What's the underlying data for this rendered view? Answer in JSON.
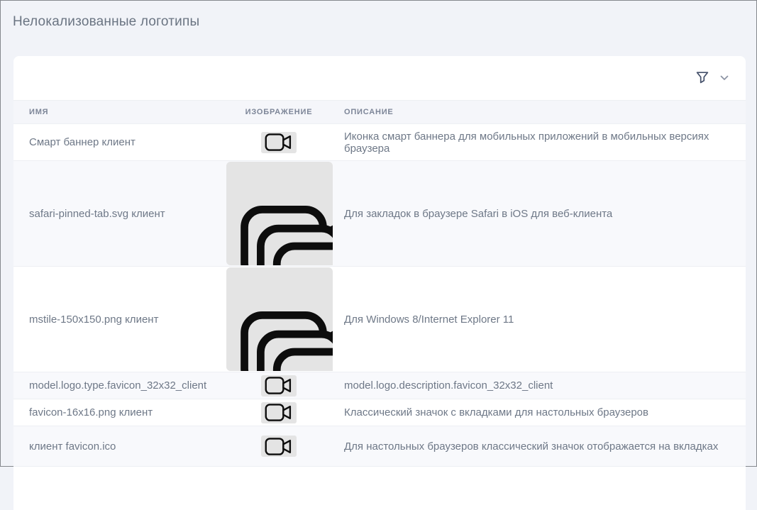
{
  "page": {
    "title": "Нелокализованные логотипы"
  },
  "toolbar": {
    "filter_icon": "funnel-icon",
    "expand_icon": "chevron-down-icon"
  },
  "table": {
    "columns": [
      {
        "key": "name",
        "label": "ИМЯ"
      },
      {
        "key": "image",
        "label": "ИЗОБРАЖЕНИЕ"
      },
      {
        "key": "description",
        "label": "ОПИСАНИЕ"
      }
    ],
    "rows": [
      {
        "name": "Смарт баннер клиент",
        "image": {
          "icon": "video-camera-icon",
          "size": "small"
        },
        "description": "Иконка смарт баннера для мобильных приложений в мобильных версиях браузера"
      },
      {
        "name": "safari-pinned-tab.svg клиент",
        "image": {
          "icon": "video-camera-stack-icon",
          "size": "large"
        },
        "description": "Для закладок в браузере Safari в iOS для веб-клиента"
      },
      {
        "name": "mstile-150x150.png клиент",
        "image": {
          "icon": "video-camera-stack-icon",
          "size": "large"
        },
        "description": "Для Windows 8/Internet Explorer 11"
      },
      {
        "name": "model.logo.type.favicon_32x32_client",
        "image": {
          "icon": "video-camera-icon",
          "size": "small"
        },
        "description": "model.logo.description.favicon_32x32_client"
      },
      {
        "name": "favicon-16x16.png клиент",
        "image": {
          "icon": "video-camera-icon",
          "size": "small"
        },
        "description": "Классический значок с вкладками для настольных браузеров"
      },
      {
        "name": "клиент favicon.ico",
        "image": {
          "icon": "video-camera-icon",
          "size": "small"
        },
        "description": "Для настольных браузеров классический значок отображается на вкладках"
      }
    ]
  },
  "colors": {
    "page_background": "#f1f3f8",
    "card_background": "#ffffff",
    "stripe": "#f8f9fc",
    "header_background": "#f5f6fa",
    "text": "#6e7887",
    "title": "#6a7482",
    "thumb_background": "#e4e4e4",
    "icon_stroke": "#0d0d0d"
  }
}
